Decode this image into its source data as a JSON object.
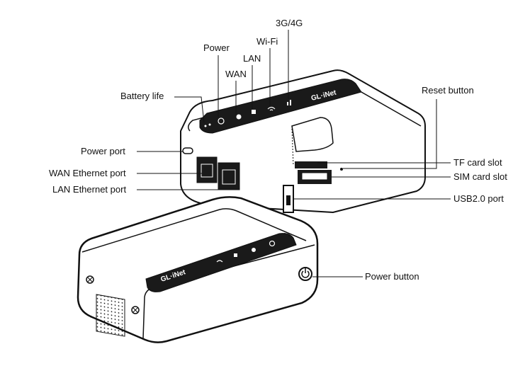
{
  "labels": {
    "g3g4": "3G/4G",
    "wifi": "Wi-Fi",
    "power": "Power",
    "lan": "LAN",
    "wan": "WAN",
    "battery": "Battery life",
    "reset": "Reset button",
    "power_port": "Power port",
    "wan_port": "WAN Ethernet port",
    "lan_port": "LAN Ethernet port",
    "tf_slot": "TF card slot",
    "sim_slot": "SIM card slot",
    "usb": "USB2.0 port",
    "power_button": "Power button"
  },
  "device": {
    "brand": "GL·iNet"
  },
  "colors": {
    "outline": "#111111",
    "panel": "#1a1a1a",
    "body": "#ffffff"
  }
}
